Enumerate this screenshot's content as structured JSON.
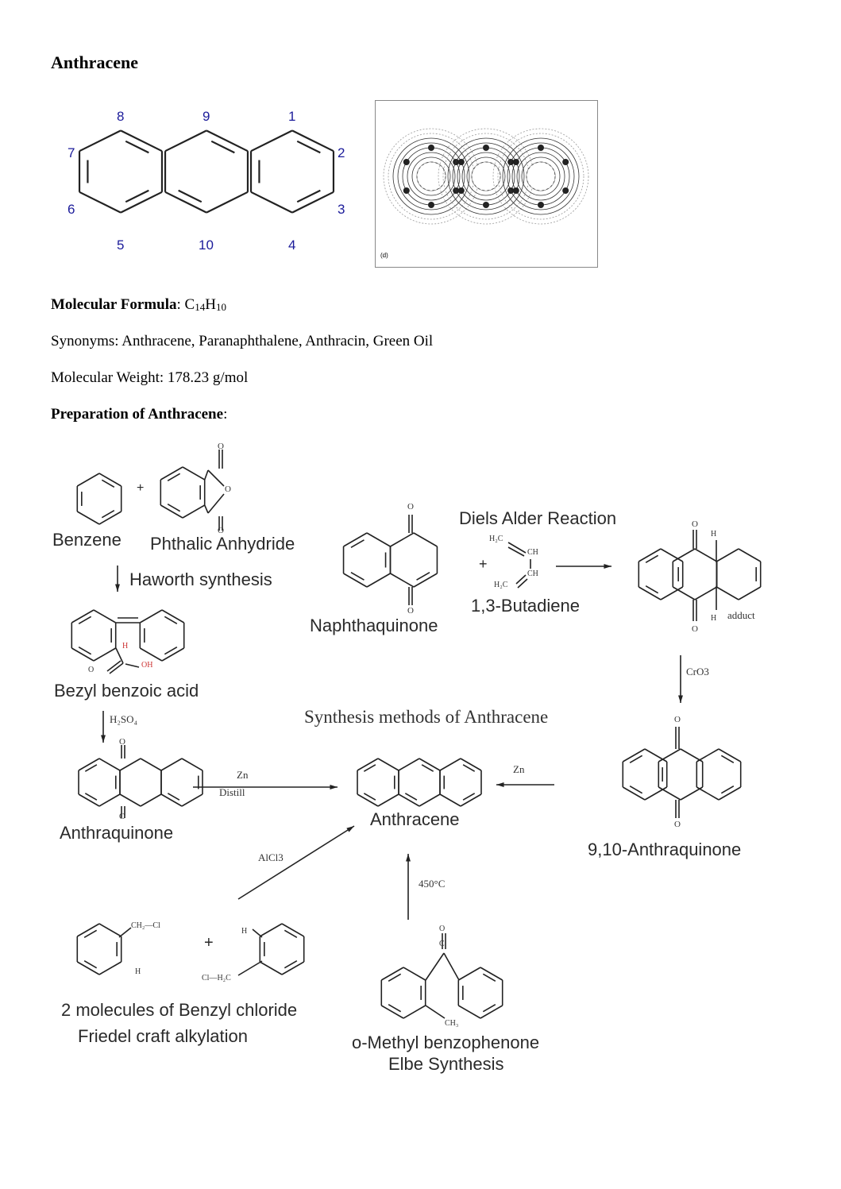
{
  "title": "Anthracene",
  "structure_numbers": [
    "8",
    "9",
    "1",
    "7",
    "2",
    "6",
    "3",
    "5",
    "10",
    "4"
  ],
  "density_figure_label": "(d)",
  "formula": {
    "label": "Molecular Formula",
    "sep": ": ",
    "c": "C",
    "c_sub": "14",
    "h": "H",
    "h_sub": "10"
  },
  "synonyms": "Synonyms: Anthracene, Paranaphthalene, Anthracin, Green Oil",
  "weight": "Molecular Weight: 178.23 g/mol",
  "preparation": {
    "label": "Preparation of Anthracene",
    "sep": ":"
  },
  "scheme": {
    "benzene": "Benzene",
    "plus": "+",
    "phthalic": "Phthalic Anhydride",
    "haworth": "Haworth synthesis",
    "bezyl": "Bezyl benzoic acid",
    "h2so4": "H₂SO₄",
    "anthraquinone": "Anthraquinone",
    "zn": "Zn",
    "distill": "Distill",
    "center_title": "Synthesis methods of Anthracene",
    "anthracene": "Anthracene",
    "naphthaquinone": "Naphthaquinone",
    "diels_alder": "Diels Alder Reaction",
    "butadiene": "1,3-Butadiene",
    "adduct": "adduct",
    "cro3": "CrO3",
    "anthraquinone_910": "9,10-Anthraquinone",
    "zn2": "Zn",
    "alcl3": "AlCl3",
    "temp": "450°C",
    "benzyl_chloride": "2 molecules of Benzyl chloride",
    "friedel": "Friedel craft alkylation",
    "methylbenzophenone": "o-Methyl benzophenone",
    "elbe": "Elbe Synthesis",
    "atoms": {
      "o": "O",
      "c": "C",
      "h": "H",
      "oh": "OH",
      "ch": "CH",
      "h2c": "H₂C",
      "ch2cl": "CH₂—Cl",
      "clh2c": "Cl—H₂C",
      "ch3": "CH₃"
    }
  }
}
